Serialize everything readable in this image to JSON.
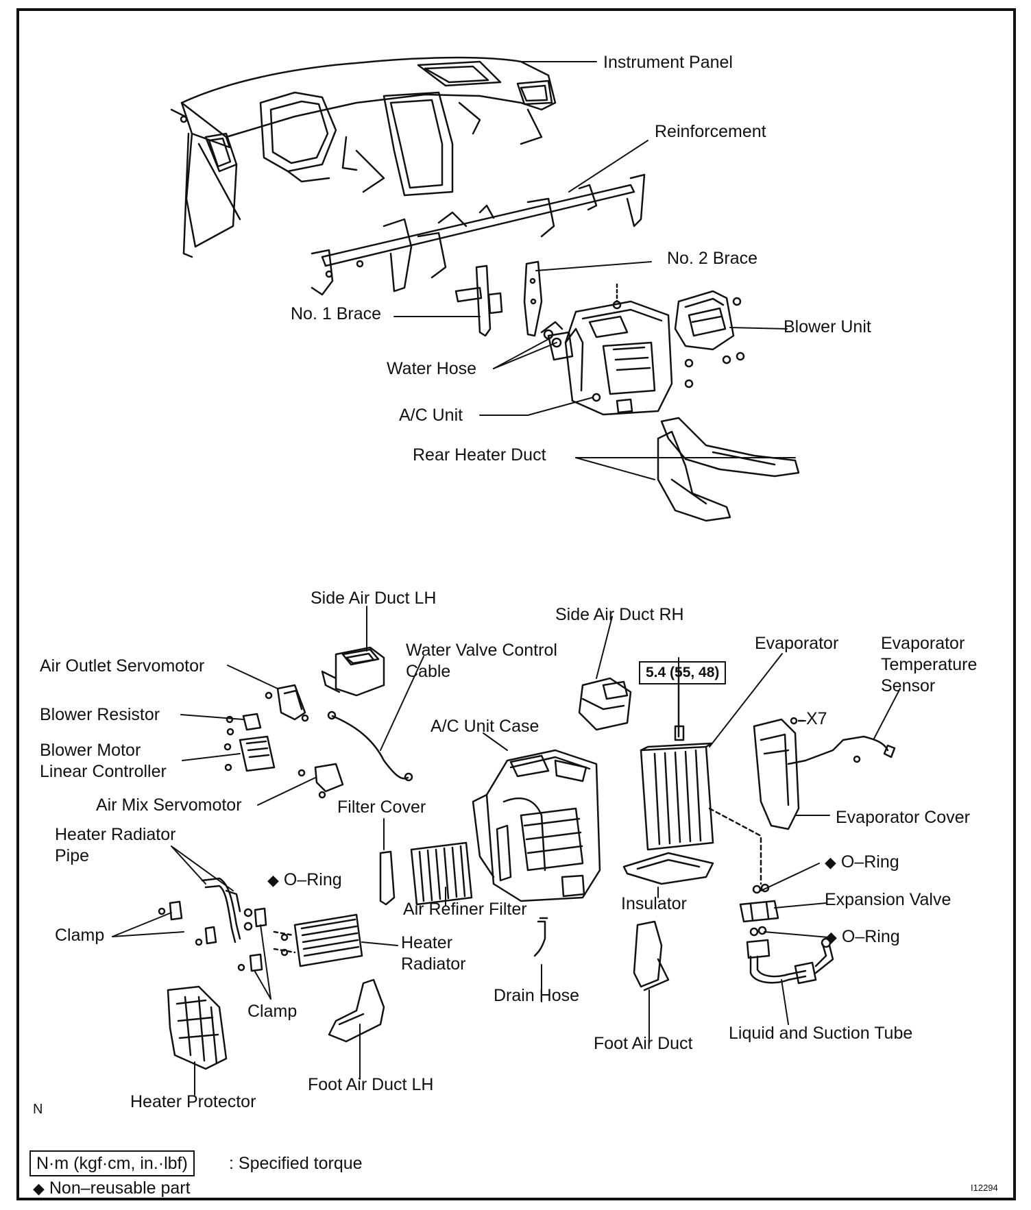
{
  "labels": {
    "instrument_panel": "Instrument Panel",
    "reinforcement": "Reinforcement",
    "no2_brace": "No. 2 Brace",
    "no1_brace": "No. 1 Brace",
    "blower_unit": "Blower Unit",
    "water_hose": "Water Hose",
    "ac_unit": "A/C Unit",
    "rear_heater_duct": "Rear Heater Duct",
    "side_air_duct_lh": "Side Air Duct LH",
    "side_air_duct_rh": "Side Air Duct RH",
    "water_valve_control_cable": "Water  Valve  Control\nCable",
    "evaporator": "Evaporator",
    "evaporator_temperature_sensor": "Evaporator\nTemperature\nSensor",
    "air_outlet_servomotor": "Air Outlet Servomotor",
    "blower_resistor": "Blower Resistor",
    "blower_motor_linear_controller": "Blower Motor\nLinear Controller",
    "air_mix_servomotor": "Air Mix Servomotor",
    "ac_unit_case": "A/C Unit Case",
    "x7": "X7",
    "filter_cover": "Filter Cover",
    "evaporator_cover": "Evaporator Cover",
    "heater_radiator_pipe": "Heater Radiator\nPipe",
    "o_ring_left": "O–Ring",
    "o_ring_upper": "O–Ring",
    "o_ring_lower": "O–Ring",
    "air_refiner_filter": "Air Refiner Filter",
    "insulator": "Insulator",
    "expansion_valve": "Expansion Valve",
    "clamp_left": "Clamp",
    "clamp_right": "Clamp",
    "heater_radiator": "Heater\nRadiator",
    "drain_hose": "Drain Hose",
    "foot_air_duct": "Foot Air Duct",
    "liquid_and_suction_tube": "Liquid and Suction Tube",
    "foot_air_duct_lh": "Foot Air Duct LH",
    "heater_protector": "Heater Protector",
    "n_mark": "N"
  },
  "torque_value": "5.4 (55, 48)",
  "non_reusable_symbol": "◆",
  "legend": {
    "torque_unit": "N·m (kgf·cm, in.·lbf)",
    "torque_desc": ": Specified torque",
    "non_reusable": "Non–reusable part"
  },
  "figure_id": "I12294"
}
